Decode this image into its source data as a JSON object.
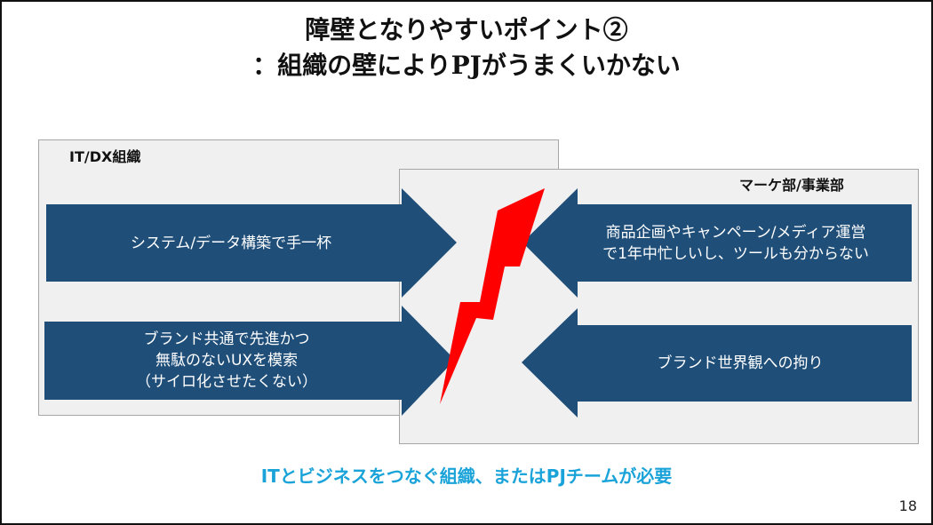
{
  "slide": {
    "title_line1": "障壁となりやすいポイント②",
    "title_line2": "：組織の壁によりPJがうまくいかない",
    "page_number": "18"
  },
  "diagram": {
    "it_box_label": "IT/DX組織",
    "marketing_box_label": "マーケ部/事業部",
    "arrows": {
      "it_top": "システム/データ構築で手一杯",
      "it_bottom_line1": "ブランド共通で先進かつ",
      "it_bottom_line2": "無駄のないUXを模索",
      "it_bottom_line3": "（サイロ化させたくない）",
      "mk_top_line1": "商品企画やキャンペーン/メディア運営",
      "mk_top_line2": "で1年中忙しいし、ツールも分からない",
      "mk_bottom": "ブランド世界観への拘り"
    },
    "colors": {
      "arrow_fill": "#1f4e79",
      "lightning": "#ff0000",
      "box_fill": "#f0f0f0"
    }
  },
  "footer": {
    "message": "ITとビジネスをつなぐ組織、またはPJチームが必要"
  }
}
